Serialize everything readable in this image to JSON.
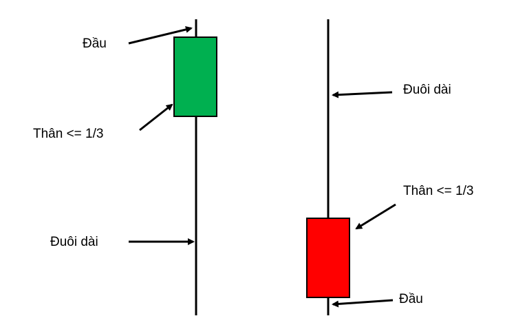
{
  "colors": {
    "bullish_body": "#00b050",
    "bearish_body": "#ff0000",
    "line": "#000000",
    "background": "#ffffff"
  },
  "left_candle": {
    "label_head": "Đầu",
    "label_body": "Thân <= 1/3",
    "label_tail": "Đuôi dài"
  },
  "right_candle": {
    "label_tail": "Đuôi dài",
    "label_body": "Thân <= 1/3",
    "label_head": "Đầu"
  }
}
